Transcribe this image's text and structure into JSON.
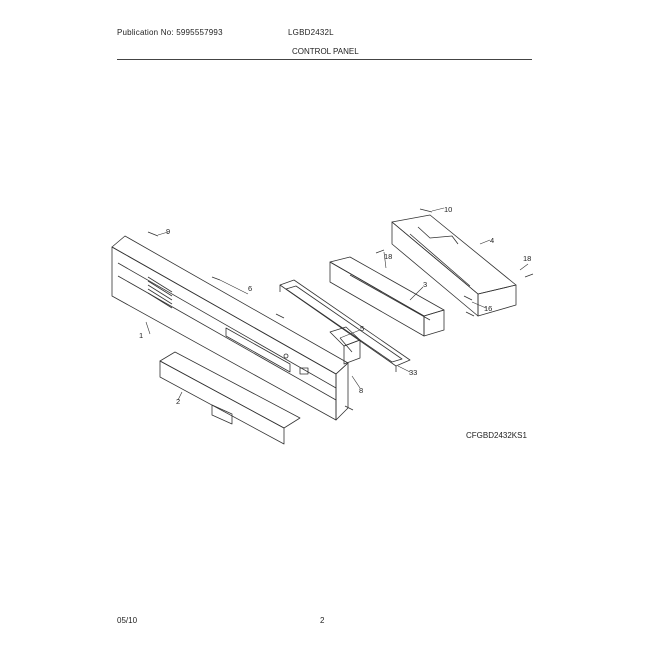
{
  "header": {
    "publication": "Publication No: 5995557993",
    "model": "LGBD2432L",
    "section_title": "CONTROL PANEL"
  },
  "figure": {
    "code": "CFGBD2432KS1",
    "callouts": {
      "c9": "9",
      "c10": "10",
      "c4": "4",
      "c18a": "18",
      "c18b": "18",
      "c3": "3",
      "c16": "16",
      "c6": "6",
      "c5": "5",
      "c1": "1",
      "c33": "33",
      "c8": "8",
      "c2": "2"
    }
  },
  "footer": {
    "date": "05/10",
    "page": "2"
  }
}
